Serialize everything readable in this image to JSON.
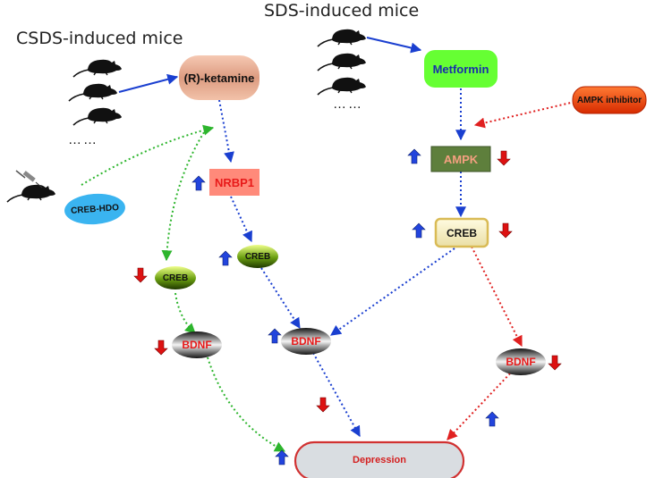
{
  "titles": {
    "sds": "SDS-induced mice",
    "csds": "CSDS-induced mice"
  },
  "ellipsis": {
    "left": "……",
    "right": "……"
  },
  "nodes": {
    "r_ketamine": "(R)-ketamine",
    "metformin": "Metformin",
    "ampk_inhibitor": "AMPK inhibitor",
    "ampk": "AMPK",
    "creb_right": "CREB",
    "nrbp1": "NRBP1",
    "creb_hdo": "CREB-HDO",
    "creb_middle": "CREB",
    "creb_left": "CREB",
    "bdnf_left": "BDNF",
    "bdnf_middle": "BDNF",
    "bdnf_right": "BDNF",
    "depression": "Depression"
  },
  "colors": {
    "blue_arrow": "#1a3fd0",
    "green_arrow": "#2db52d",
    "red_arrow": "#e02020",
    "up_arrow": "#2244dd",
    "down_arrow": "#dd1111",
    "metformin_fill": "#66ff33",
    "ampk_fill": "#5e7f3c",
    "nrbp1_fill": "#ff8a7a",
    "creb_hdo_fill": "#3ab4f0",
    "ampk_inhibitor_fill": "#ee4411"
  },
  "icons": [
    "mouse-icon",
    "syringe-icon",
    "up-arrow-icon",
    "down-arrow-icon"
  ]
}
